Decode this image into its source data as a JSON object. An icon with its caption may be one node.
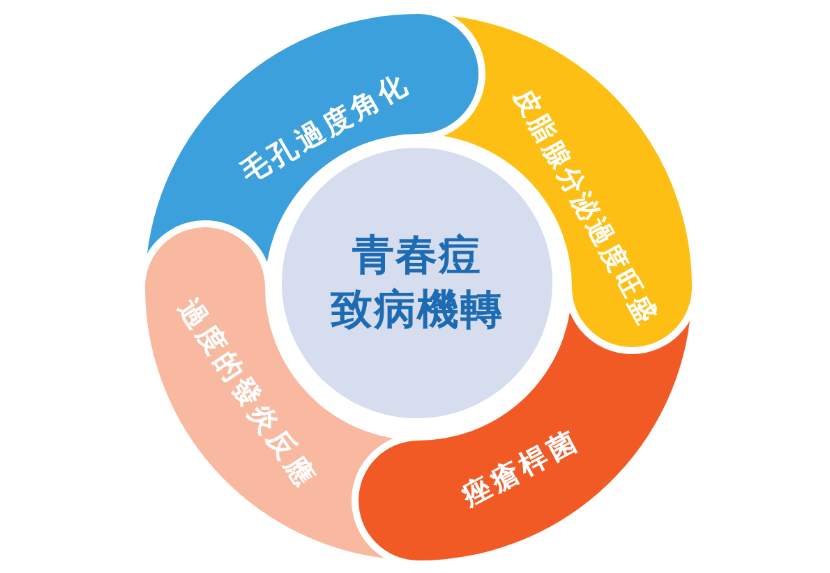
{
  "diagram": {
    "nodes": [
      {
        "text": [
          "青春痘",
          "致病機轉"
        ]
      },
      {
        "text": [
          "毛孔過度角化"
        ]
      },
      {
        "text": [
          "皮脂腺分泌過度旺盛"
        ]
      },
      {
        "text": [
          "痤瘡桿菌"
        ]
      },
      {
        "text": [
          "過度的發炎反應"
        ]
      }
    ]
  }
}
